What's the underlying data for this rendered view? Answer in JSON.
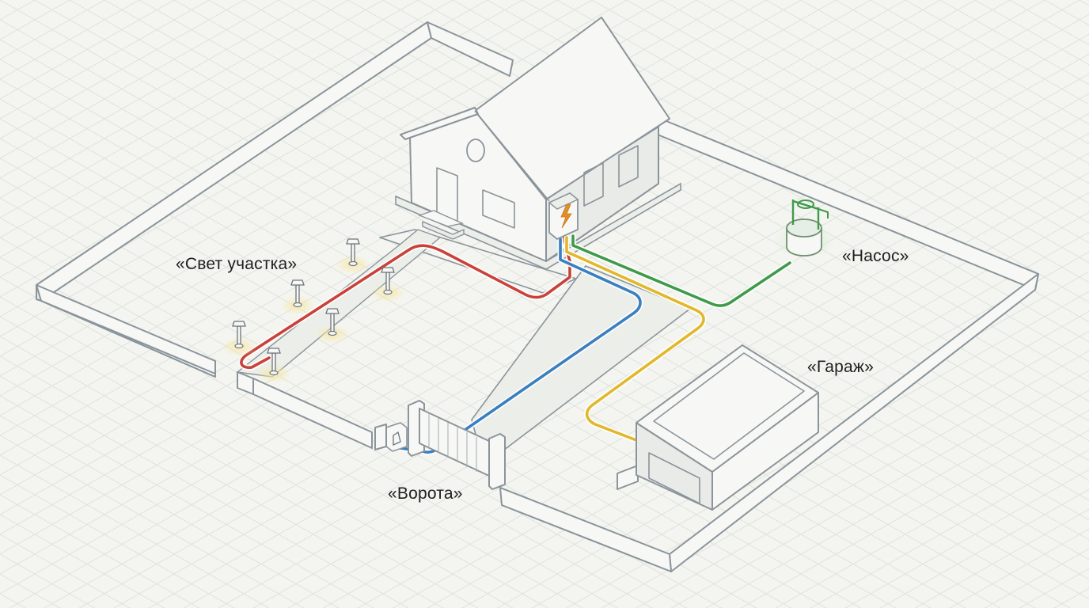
{
  "labels": {
    "lighting": "«Свет участка»",
    "pump": "«Насос»",
    "garage": "«Гараж»",
    "gate": "«Ворота»"
  },
  "colors": {
    "background": "#f4f5f0",
    "grid": "#dfe3dd",
    "outline": "#8a949b",
    "cable_lighting": "#c8423a",
    "cable_gate": "#3a7fbf",
    "cable_garage": "#e2b72a",
    "cable_pump": "#3f9a4a",
    "panel_symbol": "#e0902a",
    "lamp_glow": "#f6e7a8"
  },
  "icons": {
    "panel": "lightning-bolt-icon",
    "well": "water-well-icon",
    "gate_drive": "gate-motor-icon",
    "lamp": "garden-lamp-icon"
  }
}
